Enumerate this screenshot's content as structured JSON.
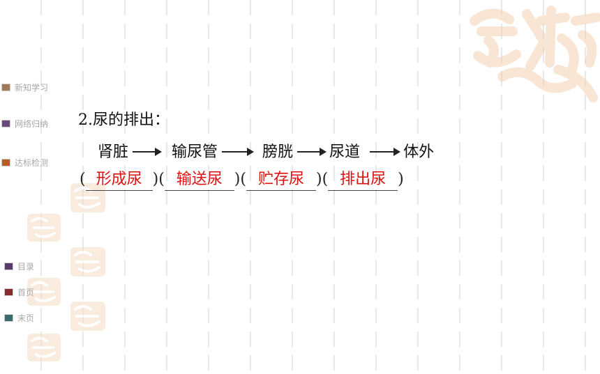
{
  "nav": {
    "items": [
      {
        "label": "新知学习",
        "color": "#a07a56"
      },
      {
        "label": "网络归纳",
        "color": "#6a4a7a"
      },
      {
        "label": "达标检测",
        "color": "#b85a2a"
      }
    ],
    "bottom": [
      {
        "label": "目录",
        "color": "#5a3a6a"
      },
      {
        "label": "首页",
        "color": "#8a2a2a"
      },
      {
        "label": "末页",
        "color": "#3a6a6a"
      }
    ]
  },
  "main": {
    "heading": "2.尿的排出：",
    "flow": [
      "肾脏",
      "输尿管",
      "膀胱",
      "尿道",
      "体外"
    ],
    "answers": [
      "形成尿",
      "输送尿",
      "贮存尿",
      "排出尿"
    ],
    "paren_open": "(",
    "paren_close": ")"
  },
  "colors": {
    "answer": "#e01010",
    "seal": "#f3c9a6"
  }
}
